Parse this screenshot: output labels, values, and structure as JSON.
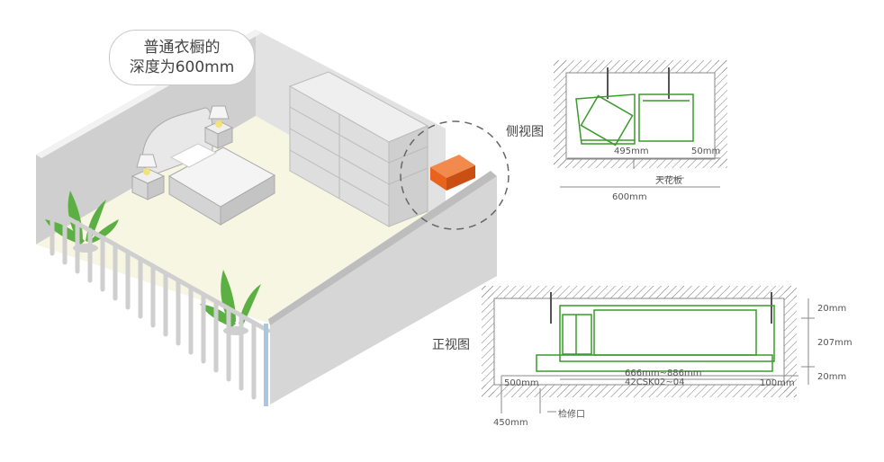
{
  "callout": {
    "line1": "普通衣橱的",
    "line2": "深度为600mm"
  },
  "side_view": {
    "title": "侧视图",
    "dim_unit": "495mm",
    "dim_gap": "50mm",
    "ceiling": "天花板",
    "dim_total": "600mm"
  },
  "front_view": {
    "title": "正视图",
    "dim_top": "20mm",
    "dim_height": "207mm",
    "dim_bottom": "20mm",
    "dim_length": "666mm~886mm",
    "model": "42CSK02~04",
    "dim_left": "500mm",
    "dim_right": "100mm",
    "dim_access": "450mm",
    "access_label": "检修口"
  },
  "colors": {
    "accent_orange": "#e8641e",
    "unit_green": "#3a9a2a",
    "floor": "#f7f6e3",
    "wall": "#d9d9d9"
  }
}
